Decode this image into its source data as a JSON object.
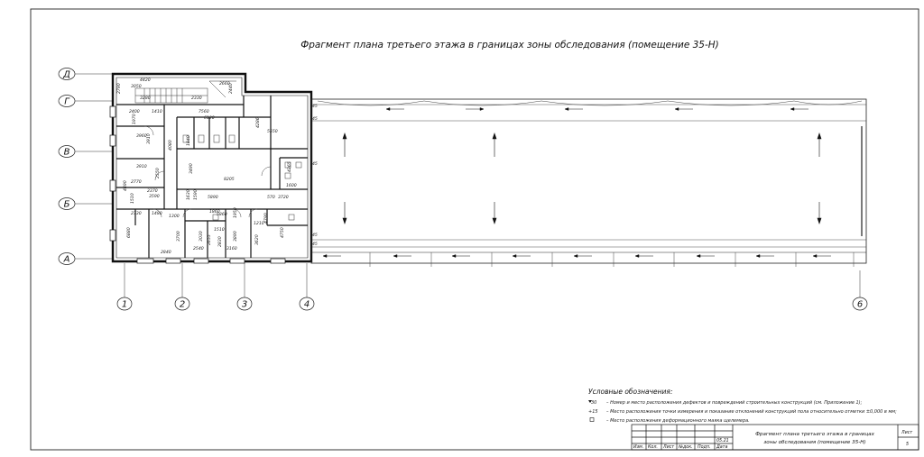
{
  "drawing": {
    "title": "Фрагмент плана третьего этажа в границах зоны обследования (помещение 35-Н)"
  },
  "axes": {
    "rows": [
      "Д",
      "Г",
      "В",
      "Б",
      "А"
    ],
    "columns": [
      "1",
      "2",
      "3",
      "4",
      "6"
    ]
  },
  "dimensions": {
    "d_4420": "4420",
    "d_3050": "3050",
    "d_2790": "2790",
    "d_3280": "3280",
    "d_2330": "2330",
    "d_2660": "2660",
    "d_2440": "2440",
    "d_2400": "2400",
    "d_1410": "1410",
    "d_7560": "7560",
    "d_6120": "6120",
    "d_1970": "1970",
    "d_4286": "4286",
    "d_5550": "5550",
    "d_3960": "3960",
    "d_3910": "3910",
    "d_1840": "1840",
    "d_4080": "4080",
    "d_3910b": "3910",
    "d_2550": "2550",
    "d_3490": "3490",
    "d_8205": "8205",
    "d_4265": "4265",
    "d_1600": "1600",
    "d_2770": "2770",
    "d_2370": "2370",
    "d_4490": "4490",
    "d_1510": "1510",
    "d_3590": "3590",
    "d_1630": "1630",
    "d_5890": "5890",
    "d_1590": "1590",
    "d_570": "570",
    "d_3720": "3720",
    "d_2730": "2730",
    "d_1480": "1480",
    "d_1300": "1300",
    "d_1860": "1860",
    "d_5860": "5860",
    "d_1950": "1950",
    "d_1510b": "1510",
    "d_4790": "4790",
    "d_1210": "1210",
    "d_6880": "6880",
    "d_3700": "3700",
    "d_2655": "2655",
    "d_3890": "3890",
    "d_3030": "3030",
    "d_2830": "2830",
    "d_3620": "3620",
    "d_4750": "4750",
    "d_2840": "2840",
    "d_2540": "2540",
    "d_3160": "3160"
  },
  "level_marks": [
    "45",
    "45",
    "45",
    "45",
    "45"
  ],
  "legend": {
    "heading": "Условные обозначения:",
    "item1_symbol": "30",
    "item1": "– Номер и место расположения дефектов и повреждений строительных конструкций (см. Приложение 1);",
    "item2_symbol": "+15",
    "item2": "– Место расположения точки измерения и показание отклонений конструкций пола относительно отметки ±0,000 в мм;",
    "item3": "– Место расположения деформационного маяка щелемера."
  },
  "title_block": {
    "date": "05.21",
    "cols": [
      "Изм.",
      "Кол.",
      "Лист",
      "№док.",
      "Подп.",
      "Дата"
    ],
    "name_line1": "Фрагмент плана третьего этажа в границах",
    "name_line2": "зоны обследования (помещение 35-Н)",
    "sheet_label": "Лист",
    "sheet_no": "5"
  }
}
